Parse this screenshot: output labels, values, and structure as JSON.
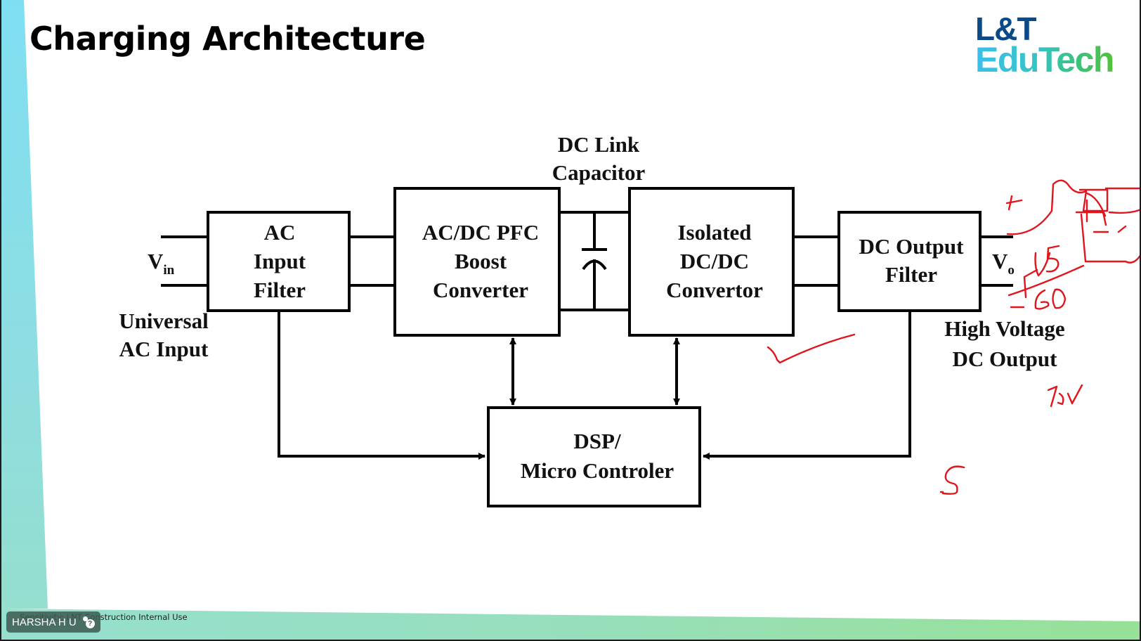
{
  "slide": {
    "title": "Charging Architecture",
    "logo": {
      "line1": "L&T",
      "line2": "EduTech"
    },
    "footer": {
      "sensitivity": "Sensitivity: LNT Construction Internal Use"
    }
  },
  "participant": {
    "name": "HARSHA H U"
  },
  "diagram": {
    "input_label": {
      "main": "V",
      "sub": "in"
    },
    "input_caption": [
      "Universal",
      "AC Input"
    ],
    "output_label": {
      "main": "V",
      "sub": "o"
    },
    "output_caption": [
      "High Voltage",
      "DC Output"
    ],
    "capacitor_caption": [
      "DC Link",
      "Capacitor"
    ],
    "blocks": {
      "ac_filter": [
        "AC",
        "Input",
        "Filter"
      ],
      "pfc": [
        "AC/DC PFC",
        "Boost",
        "Converter"
      ],
      "isolated": [
        "Isolated",
        "DC/DC",
        "Convertor"
      ],
      "dc_filter": [
        "DC Output",
        "Filter"
      ],
      "controller": [
        "DSP/",
        "Micro Controler"
      ]
    }
  },
  "annotations": {
    "plus": "+",
    "minus": "-",
    "value_45": "45",
    "value_60": "60",
    "value_75v": "75V",
    "letter_s": "S",
    "color": "#e2141c"
  }
}
